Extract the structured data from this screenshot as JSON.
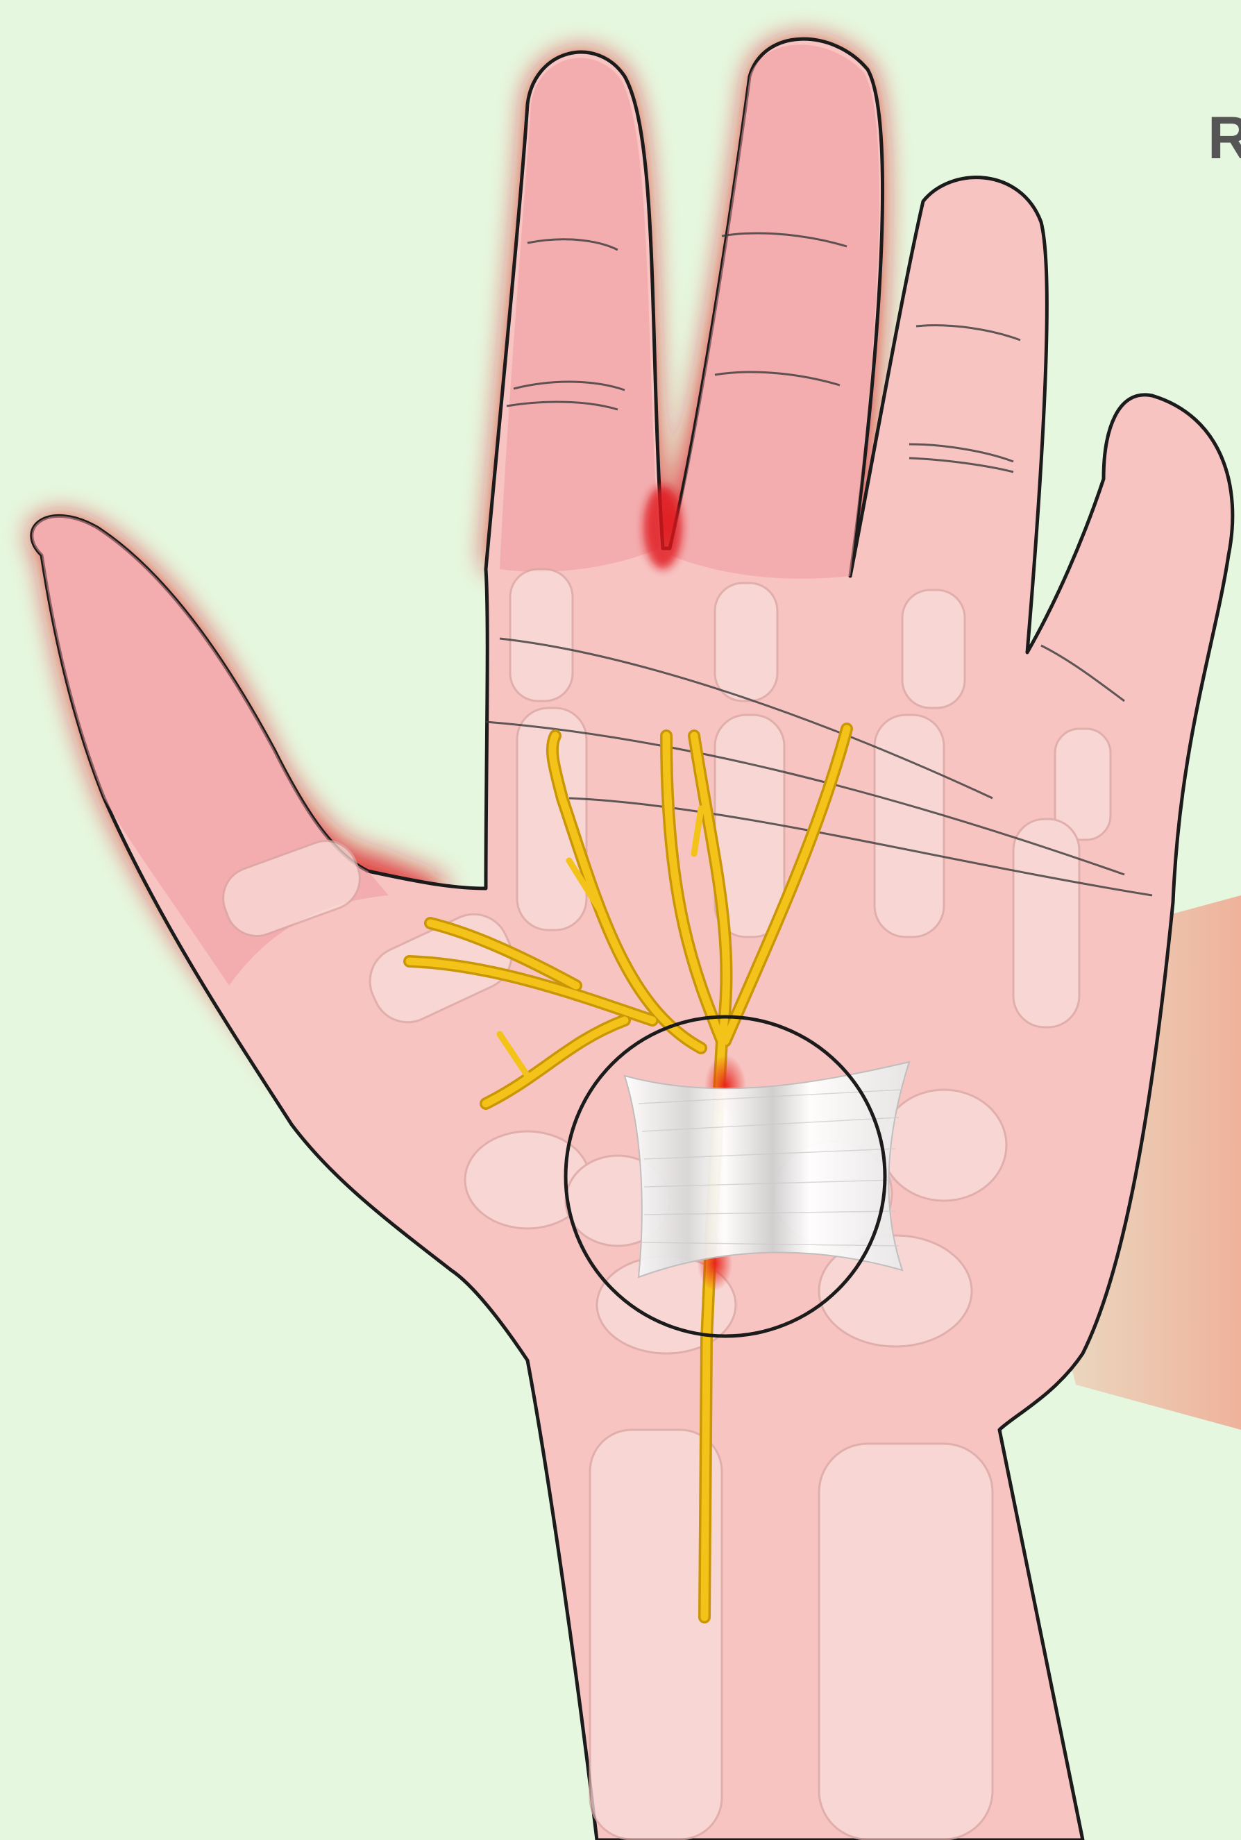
{
  "diagram": {
    "partial_label": "R",
    "colors": {
      "background": "#e6f7df",
      "skin": "#f7c4c2",
      "skin_light": "#f9d2d0",
      "bone": "#f8dcd8",
      "outline": "#1b1b1b",
      "pain_glow": "#e0141b",
      "nerve": "#f4c31a",
      "nerve_edge": "#c99606",
      "ligament": "#f2f2f2",
      "compression": "#e8261c",
      "zoom_wedge": "#f1a68f"
    },
    "elements": [
      "hand",
      "finger-bones",
      "palm-creases",
      "median-nerve",
      "nerve-branches",
      "carpal-ligament",
      "compression-circle",
      "zoom-wedge"
    ]
  }
}
